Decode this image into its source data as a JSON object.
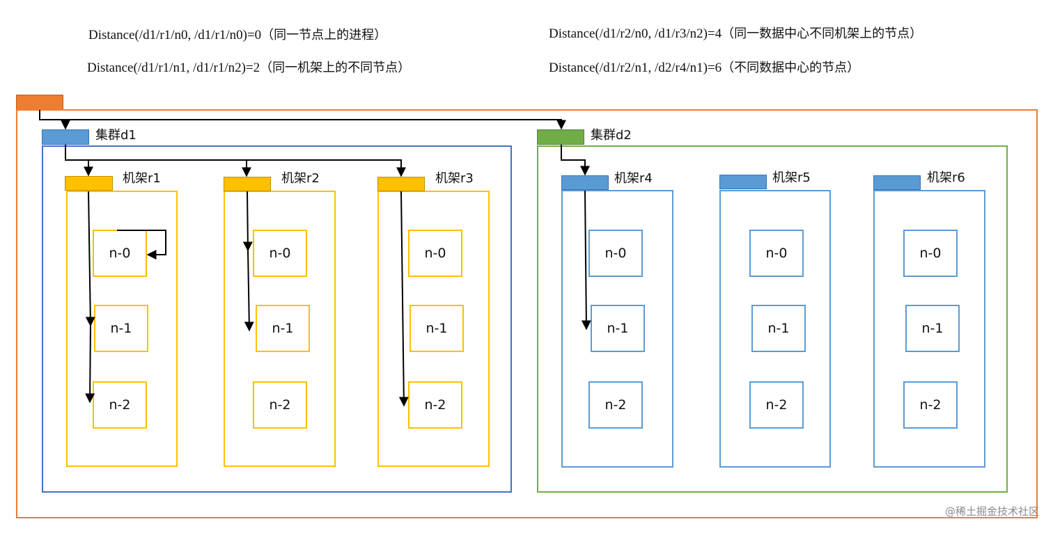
{
  "formulas": [
    {
      "expr": "Distance(/d1/r1/n0, /d1/r1/n0)=0",
      "note": "（同一节点上的进程）"
    },
    {
      "expr": "Distance(/d1/r1/n1, /d1/r1/n2)=2",
      "note": "（同一机架上的不同节点）"
    },
    {
      "expr": "Distance(/d1/r2/n0, /d1/r3/n2)=4",
      "note": "（同一数据中心不同机架上的节点）"
    },
    {
      "expr": "Distance(/d1/r2/n1, /d2/r4/n1)=6",
      "note": "（不同数据中心的节点）"
    }
  ],
  "clusters": [
    {
      "label": "集群d1",
      "color": "#4472C4",
      "tab_color": "#5B9BD5",
      "racks": [
        {
          "label": "机架r1",
          "nodes": [
            "n-0",
            "n-1",
            "n-2"
          ]
        },
        {
          "label": "机架r2",
          "nodes": [
            "n-0",
            "n-1",
            "n-2"
          ]
        },
        {
          "label": "机架r3",
          "nodes": [
            "n-0",
            "n-1",
            "n-2"
          ]
        }
      ]
    },
    {
      "label": "集群d2",
      "color": "#70AD47",
      "tab_color": "#70AD47",
      "racks": [
        {
          "label": "机架r4",
          "nodes": [
            "n-0",
            "n-1",
            "n-2"
          ]
        },
        {
          "label": "机架r5",
          "nodes": [
            "n-0",
            "n-1",
            "n-2"
          ]
        },
        {
          "label": "机架r6",
          "nodes": [
            "n-0",
            "n-1",
            "n-2"
          ]
        }
      ]
    }
  ],
  "colors": {
    "root": "#ED7D31",
    "rack_yellow": "#FFC000",
    "rack_blue": "#5B9BD5"
  },
  "watermark": "@稀土掘金技术社区"
}
